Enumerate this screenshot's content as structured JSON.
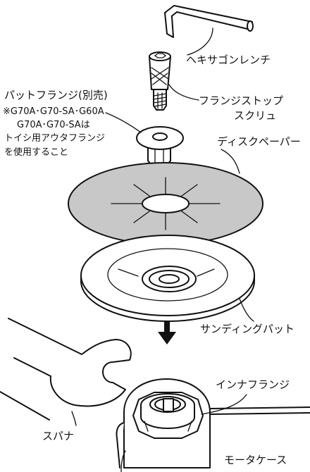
{
  "labels": {
    "hex_wrench": "ヘキサゴンレンチ",
    "flange_stop_screw_line1": "フランジストップ",
    "flange_stop_screw_line2": "スクリュ",
    "pad_flange": "パットフランジ(別売)",
    "note_line1": "※G70A･G70-SA･G60A",
    "note_line2": "G70A･G70-SAは",
    "note_line3": "トイシ用アウタフランジ",
    "note_line4": "を使用すること",
    "disc_paper": "ディスクペーパー",
    "sanding_pad": "サンディングパット",
    "inner_flange": "インナフランジ",
    "spanner": "スパナ",
    "motor_case": "モータケース"
  },
  "colors": {
    "line": "#111111",
    "disc_fill": "#c8c8c8",
    "background": "#ffffff"
  }
}
